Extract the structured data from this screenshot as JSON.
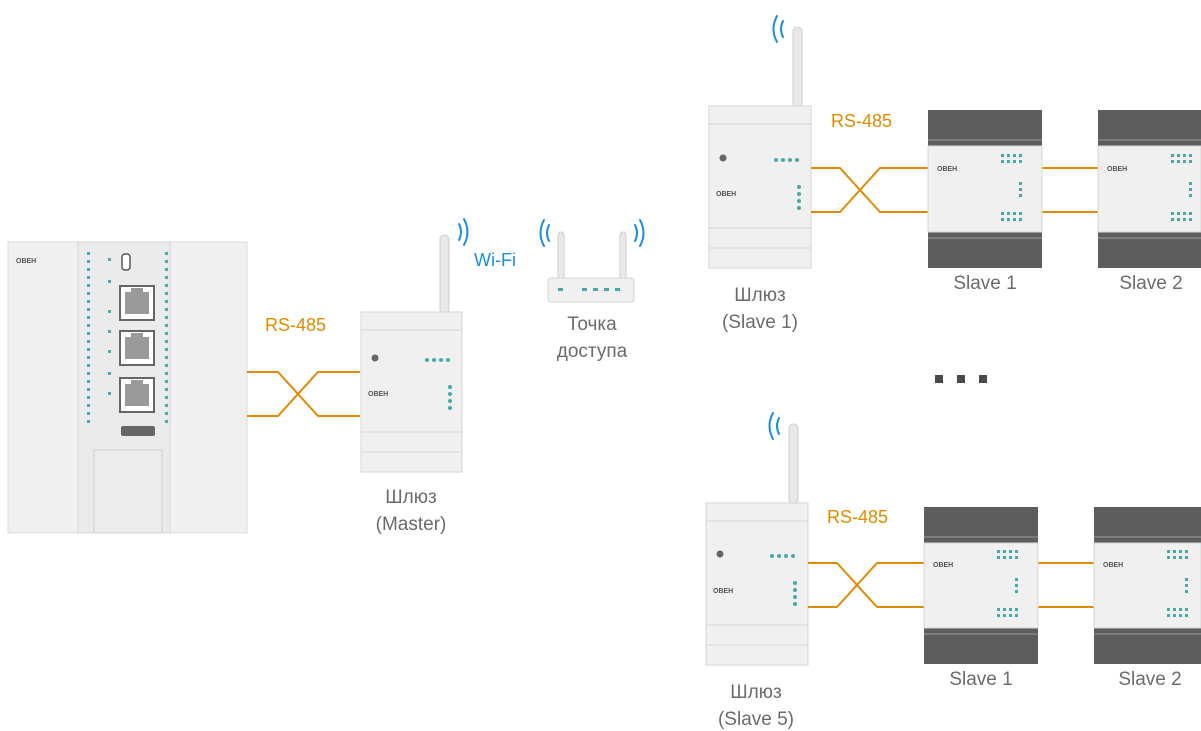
{
  "brand": "ОВЕН",
  "labels": {
    "rs485_master": "RS-485",
    "rs485_slave1": "RS-485",
    "rs485_slave5": "RS-485",
    "wifi": "Wi-Fi",
    "access_point_line1": "Точка",
    "access_point_line2": "доступа",
    "gateway_master_line1": "Шлюз",
    "gateway_master_line2": "(Master)",
    "gateway_slave1_line1": "Шлюз",
    "gateway_slave1_line2": "(Slave 1)",
    "gateway_slave5_line1": "Шлюз",
    "gateway_slave5_line2": "(Slave 5)",
    "top_slave1": "Slave 1",
    "top_slave2": "Slave 2",
    "bottom_slave1": "Slave 1",
    "bottom_slave2": "Slave 2",
    "ellipsis": "..."
  },
  "colors": {
    "rs485_wire": "#e08a00",
    "wifi_signal": "#1a8fd6",
    "led_teal": "#4aa8a8",
    "device_body": "#f0f0f0",
    "device_dark": "#5d5d5d"
  }
}
